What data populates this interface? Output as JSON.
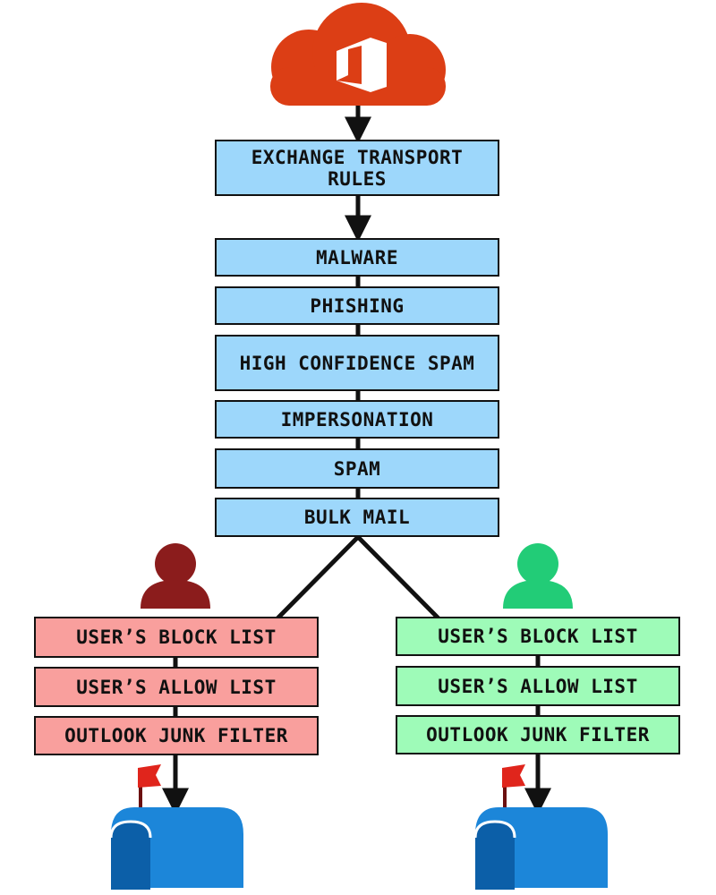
{
  "colors": {
    "cloud": "#dc3e15",
    "filter_box": "#9dd7fb",
    "left_user_box": "#f99f9d",
    "right_user_box": "#9efbb8",
    "left_user_icon": "#8b1c1c",
    "right_user_icon": "#22cc77",
    "mailbox": "#1c86d9",
    "mailbox_flag": "#e0251c"
  },
  "service": {
    "icon": "office-365-cloud-icon"
  },
  "transport_rules": {
    "label": "Exchange Transport Rules"
  },
  "filters": [
    {
      "label": "Malware"
    },
    {
      "label": "Phishing"
    },
    {
      "label": "High Confidence Spam"
    },
    {
      "label": "Impersonation"
    },
    {
      "label": "Spam"
    },
    {
      "label": "Bulk Mail"
    }
  ],
  "left_branch": {
    "user_icon": "user-icon",
    "items": [
      {
        "label": "User’s Block List"
      },
      {
        "label": "User’s Allow List"
      },
      {
        "label": "Outlook Junk Filter"
      }
    ],
    "mailbox_icon": "mailbox-icon"
  },
  "right_branch": {
    "user_icon": "user-icon",
    "items": [
      {
        "label": "User’s Block List"
      },
      {
        "label": "User’s Allow List"
      },
      {
        "label": "Outlook Junk Filter"
      }
    ],
    "mailbox_icon": "mailbox-icon"
  }
}
